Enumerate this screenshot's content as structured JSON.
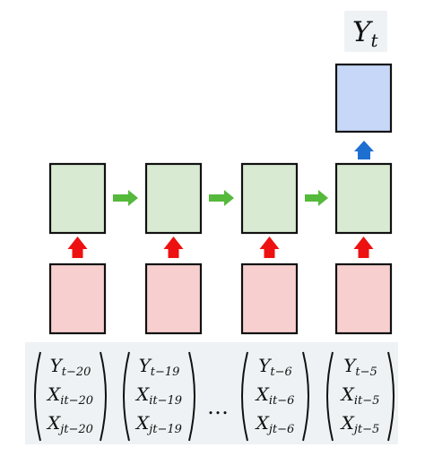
{
  "output": {
    "label": {
      "main": "Y",
      "sub": "t"
    },
    "color": "#c6d7f7",
    "label_bg": "#eef2f4"
  },
  "colors": {
    "input": "#f8cfcf",
    "hidden": "#d9ead3",
    "arrow_up": "#ee1111",
    "arrow_right": "#55b93b",
    "arrow_out": "#1d6fd0",
    "panel_bg": "#eef2f4"
  },
  "columns": [
    {
      "lines": [
        {
          "main": "Y",
          "sub": "t−20"
        },
        {
          "main": "X",
          "sub": "it−20"
        },
        {
          "main": "X",
          "sub": "jt−20"
        }
      ]
    },
    {
      "lines": [
        {
          "main": "Y",
          "sub": "t−19"
        },
        {
          "main": "X",
          "sub": "it−19"
        },
        {
          "main": "X",
          "sub": "jt−19"
        }
      ]
    },
    {
      "lines": [
        {
          "main": "Y",
          "sub": "t−6"
        },
        {
          "main": "X",
          "sub": "it−6"
        },
        {
          "main": "X",
          "sub": "jt−6"
        }
      ]
    },
    {
      "lines": [
        {
          "main": "Y",
          "sub": "t−5"
        },
        {
          "main": "X",
          "sub": "it−5"
        },
        {
          "main": "X",
          "sub": "jt−5"
        }
      ]
    }
  ],
  "ellipsis": "…"
}
